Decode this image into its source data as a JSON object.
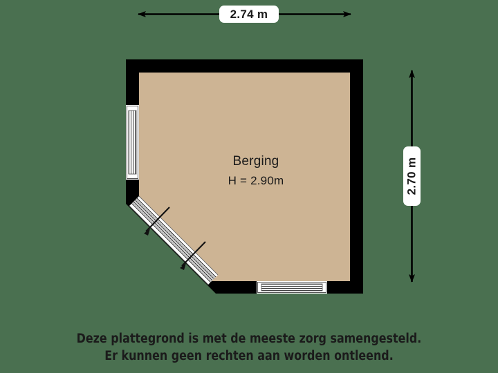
{
  "background_color": "#4a7050",
  "floorplan": {
    "room": {
      "name": "Berging",
      "height_label": "H = 2.90m",
      "floor_color": "#cdb494",
      "wall_color": "#000000"
    },
    "dimensions": {
      "top": {
        "value": "2.74 m",
        "orientation": "horizontal"
      },
      "right": {
        "value": "2.70 m",
        "orientation": "vertical"
      }
    },
    "openings": [
      {
        "name": "window-left-wall",
        "wall": "left",
        "type": "window"
      },
      {
        "name": "door-diagonal-wall",
        "wall": "diagonal-southwest",
        "type": "sliding-door"
      },
      {
        "name": "window-bottom-wall",
        "wall": "bottom",
        "type": "window"
      }
    ]
  },
  "disclaimer": {
    "line1": "Deze plattegrond is met de meeste zorg samengesteld.",
    "line2": "Er kunnen geen rechten aan worden ontleend."
  }
}
